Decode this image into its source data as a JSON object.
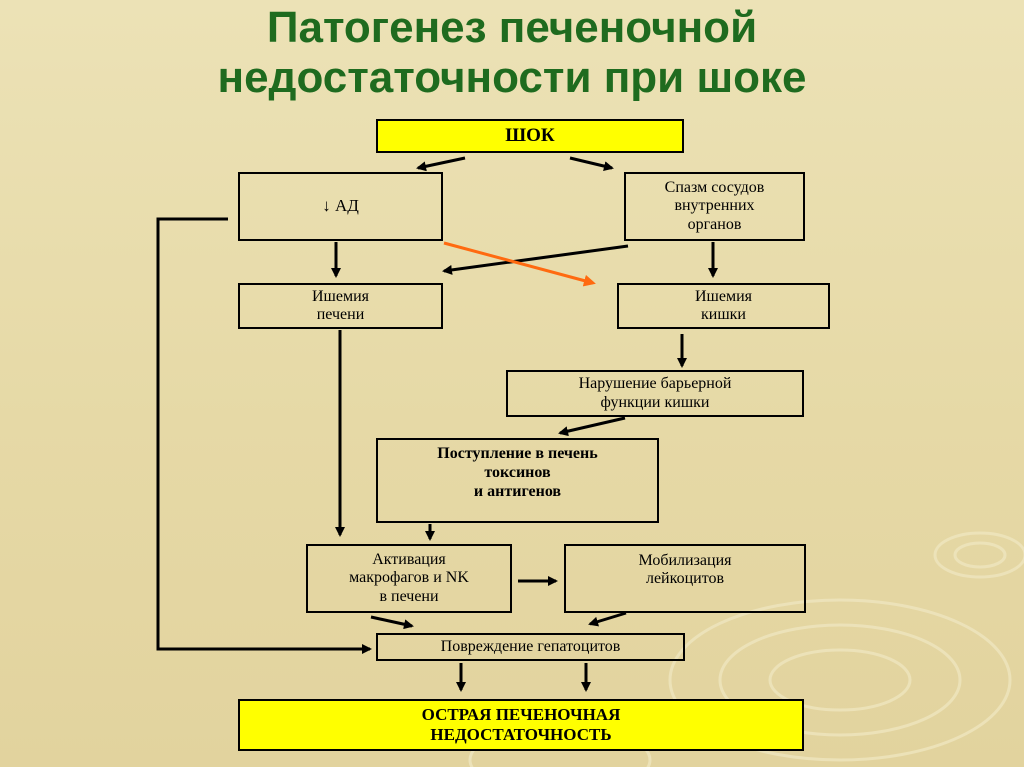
{
  "title": {
    "line1": "Патогенез печеночной",
    "line2": "недостаточности при шоке"
  },
  "nodes": {
    "shock": "ШОК",
    "low_bp": "↓ АД",
    "vasospasm": "Спазм  сосудов\nвнутренних\nорганов",
    "liver_ischemia": "Ишемия\nпечени",
    "gut_ischemia": "Ишемия\nкишки",
    "barrier": "Нарушение  барьерной\nфункции кишки",
    "toxins": "Поступление в  печень\nтоксинов\nи антигенов",
    "macrophages": "Активация\nмакрофагов и NK\nв печени",
    "leukocytes": "Мобилизация\nлейкоцитов",
    "hepatocytes": "Повреждение гепатоцитов",
    "acute_failure": "ОСТРАЯ  ПЕЧЕНОЧНАЯ\nНЕДОСТАТОЧНОСТЬ"
  },
  "colors": {
    "title": "#1f6b1f",
    "highlight": "#ffff00",
    "cross_arrow": "#ff6a10",
    "background": "#e8dcaa"
  }
}
